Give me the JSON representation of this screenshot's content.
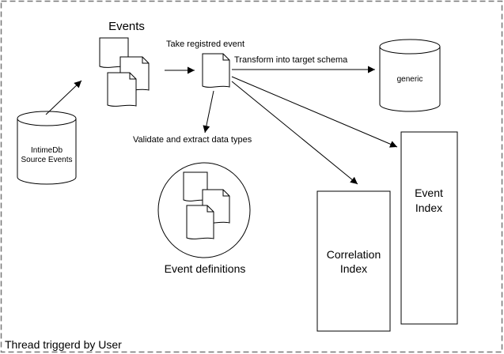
{
  "diagram": {
    "frame_label": "Thread triggerd by User",
    "source_db": {
      "line1": "IntimeDb",
      "line2": "Source Events"
    },
    "events_title": "Events",
    "take_event_label": "Take registred event",
    "transform_label": "Transform into target schema",
    "generic_db_label": "generic",
    "validate_label": "Validate and extract data types",
    "definitions_label": "Event definitions",
    "correlation_index": {
      "line1": "Correlation",
      "line2": "Index"
    },
    "event_index": {
      "line1": "Event",
      "line2": "Index"
    }
  }
}
